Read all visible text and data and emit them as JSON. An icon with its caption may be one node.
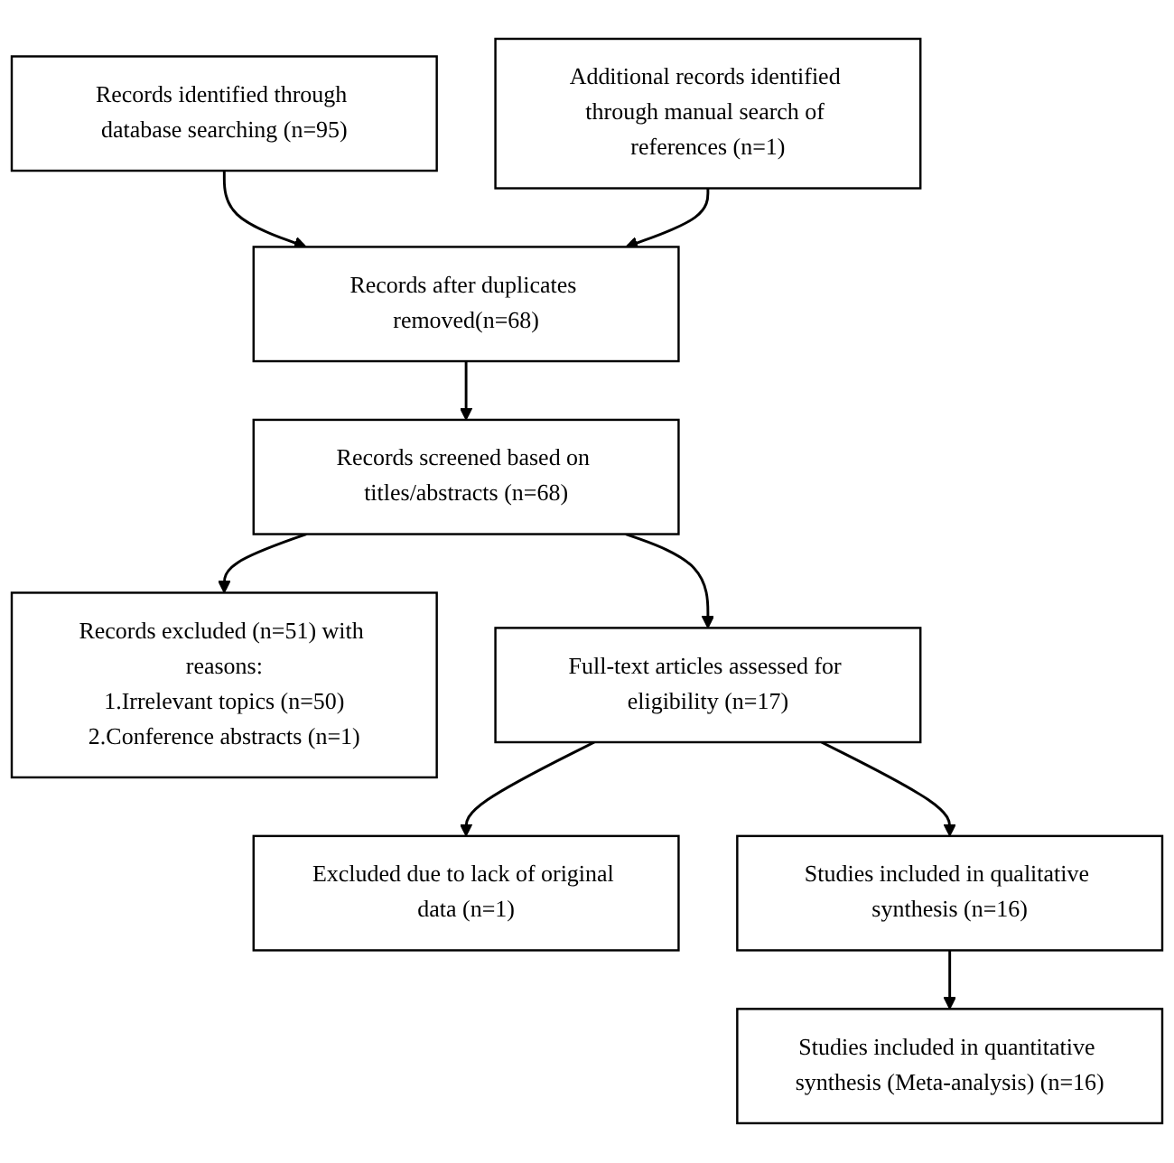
{
  "diagram": {
    "nodes": [
      {
        "text": [
          "Records identified through database searching (n=95)"
        ]
      },
      {
        "text": [
          "Additional records identified through manual search of references (n=1)"
        ]
      },
      {
        "text": [
          "Records after duplicates removed(n=68)"
        ]
      },
      {
        "text": [
          "Records screened based on titles/abstracts (n=68)"
        ]
      },
      {
        "text": [
          "Records excluded (n=51) with reasons:",
          "1.Irrelevant topics (n=50)",
          "2.Conference abstracts (n=1)"
        ]
      },
      {
        "text": [
          "Full-text articles assessed for eligibility (n=17)"
        ]
      },
      {
        "text": [
          "Excluded due to lack of original data (n=1)"
        ]
      },
      {
        "text": [
          "Studies included in qualitative synthesis (n=16)"
        ]
      },
      {
        "text": [
          "Studies included in quantitative synthesis (Meta-analysis) (n=16)"
        ]
      }
    ],
    "edges": [
      {
        "from": 0,
        "to": 2,
        "arrow": "to"
      },
      {
        "from": 1,
        "to": 2,
        "arrow": "to"
      },
      {
        "from": 2,
        "to": 3,
        "arrow": "to"
      },
      {
        "from": 3,
        "to": 4,
        "arrow": "to"
      },
      {
        "from": 3,
        "to": 5,
        "arrow": "to"
      },
      {
        "from": 5,
        "to": 6,
        "arrow": "to"
      },
      {
        "from": 5,
        "to": 7,
        "arrow": "to"
      },
      {
        "from": 7,
        "to": 8,
        "arrow": "to"
      }
    ]
  }
}
